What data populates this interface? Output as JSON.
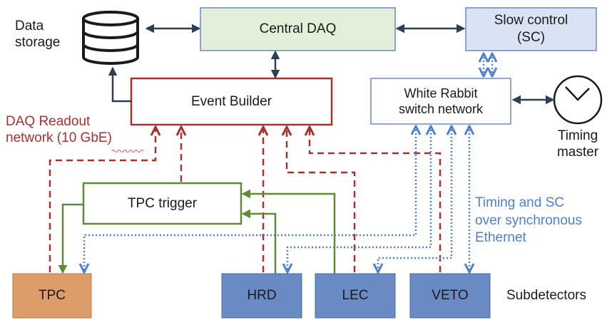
{
  "colors": {
    "readout": "#a8312f",
    "trigger": "#5e8a3a",
    "timing": "#4f7fd0",
    "control": "#2f3f52",
    "daq_fill": "#e2efd9",
    "sc_fill": "#dae3f3",
    "subdet_fill": "#6a8ac4",
    "tpc_fill": "#de9c68"
  },
  "nodes": {
    "data_storage": {
      "label_line1": "Data",
      "label_line2": "storage",
      "icon": "database-icon"
    },
    "central_daq": {
      "label": "Central DAQ"
    },
    "slow_control": {
      "label_line1": "Slow control",
      "label_line2": "(SC)"
    },
    "event_builder": {
      "label": "Event Builder"
    },
    "white_rabbit": {
      "label_line1": "White Rabbit",
      "label_line2": "switch network"
    },
    "timing_master": {
      "label_line1": "Timing",
      "label_line2": "master",
      "icon": "clock-icon"
    },
    "tpc_trigger": {
      "label": "TPC trigger"
    },
    "tpc": {
      "label": "TPC"
    },
    "hrd": {
      "label": "HRD"
    },
    "lec": {
      "label": "LEC"
    },
    "veto": {
      "label": "VETO"
    }
  },
  "annotations": {
    "readout_line1": "DAQ Readout",
    "readout_line2": "network (10 GbE)",
    "timing_line1": "Timing and SC",
    "timing_line2": "over synchronous",
    "timing_line3": "Ethernet",
    "subdetectors": "Subdetectors"
  }
}
